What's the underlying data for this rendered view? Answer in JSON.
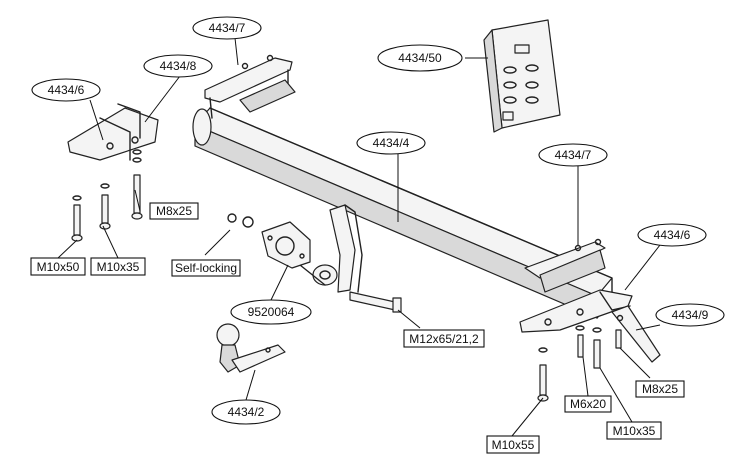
{
  "callouts": [
    {
      "id": "c1",
      "text": "4434/7"
    },
    {
      "id": "c2",
      "text": "4434/8"
    },
    {
      "id": "c3",
      "text": "4434/6"
    },
    {
      "id": "c4",
      "text": "4434/50"
    },
    {
      "id": "c5",
      "text": "4434/4"
    },
    {
      "id": "c6",
      "text": "4434/7"
    },
    {
      "id": "c7",
      "text": "4434/6"
    },
    {
      "id": "c8",
      "text": "4434/9"
    },
    {
      "id": "c9",
      "text": "9520064"
    },
    {
      "id": "c10",
      "text": "4434/2"
    }
  ],
  "bolt_labels": [
    {
      "id": "b1",
      "text": "M8x25"
    },
    {
      "id": "b2",
      "text": "M10x50"
    },
    {
      "id": "b3",
      "text": "M10x35"
    },
    {
      "id": "b4",
      "text": "Self-locking"
    },
    {
      "id": "b5",
      "text": "M12x65/21,2"
    },
    {
      "id": "b6",
      "text": "M8x25"
    },
    {
      "id": "b7",
      "text": "M6x20"
    },
    {
      "id": "b8",
      "text": "M10x55"
    },
    {
      "id": "b9",
      "text": "M10x35"
    }
  ]
}
